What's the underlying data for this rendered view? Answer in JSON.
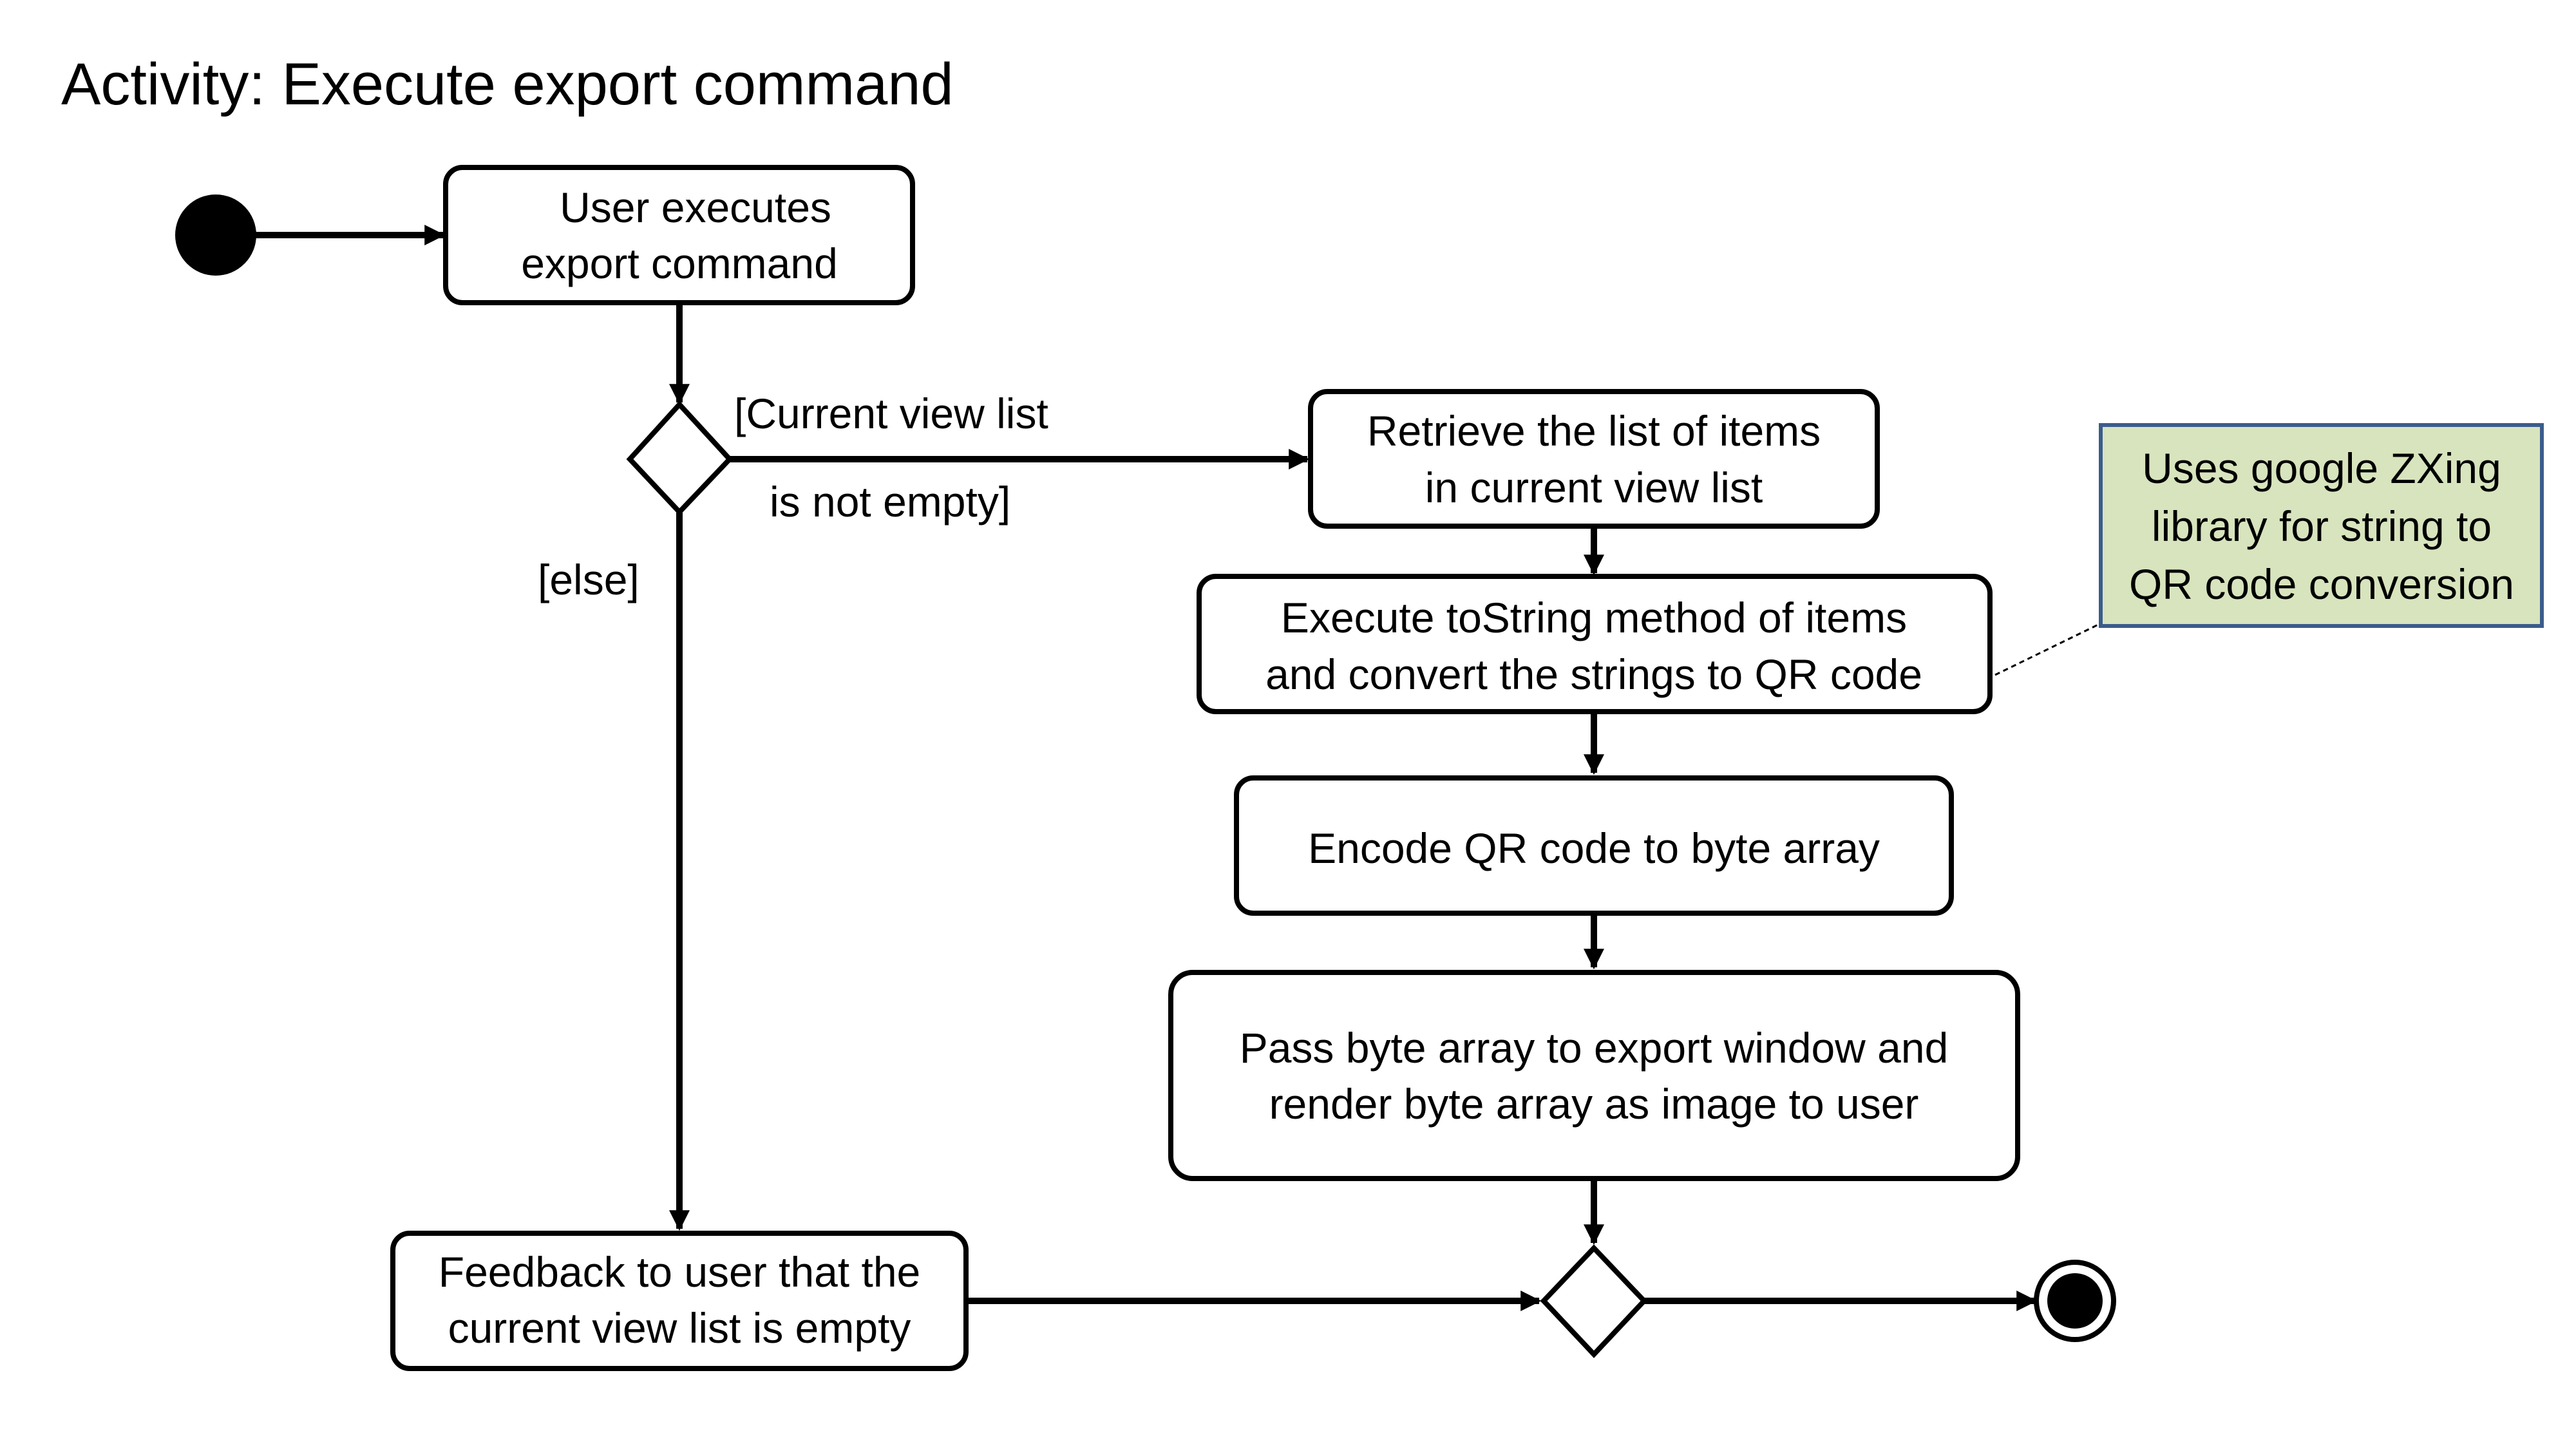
{
  "title": "Activity: Execute export command",
  "nodes": {
    "user_exec": [
      "User executes",
      "export command"
    ],
    "retrieve": [
      "Retrieve the list of items",
      "in current view list"
    ],
    "tostring": [
      "Execute toString method of items",
      "and convert the strings to QR code"
    ],
    "encode": [
      "Encode QR code to byte array"
    ],
    "pass": [
      "Pass byte array to export window and",
      "render byte array as image to user"
    ],
    "feedback": [
      "Feedback to user that the",
      "current view list is empty"
    ]
  },
  "guards": {
    "not_empty": [
      "[Current view list",
      "is not empty]"
    ],
    "else": "[else]"
  },
  "note": {
    "lines": [
      "Uses google ZXing",
      "library for string to",
      "QR code conversion"
    ],
    "fill": "#d7e4bd",
    "border": "#3b5c8c"
  }
}
